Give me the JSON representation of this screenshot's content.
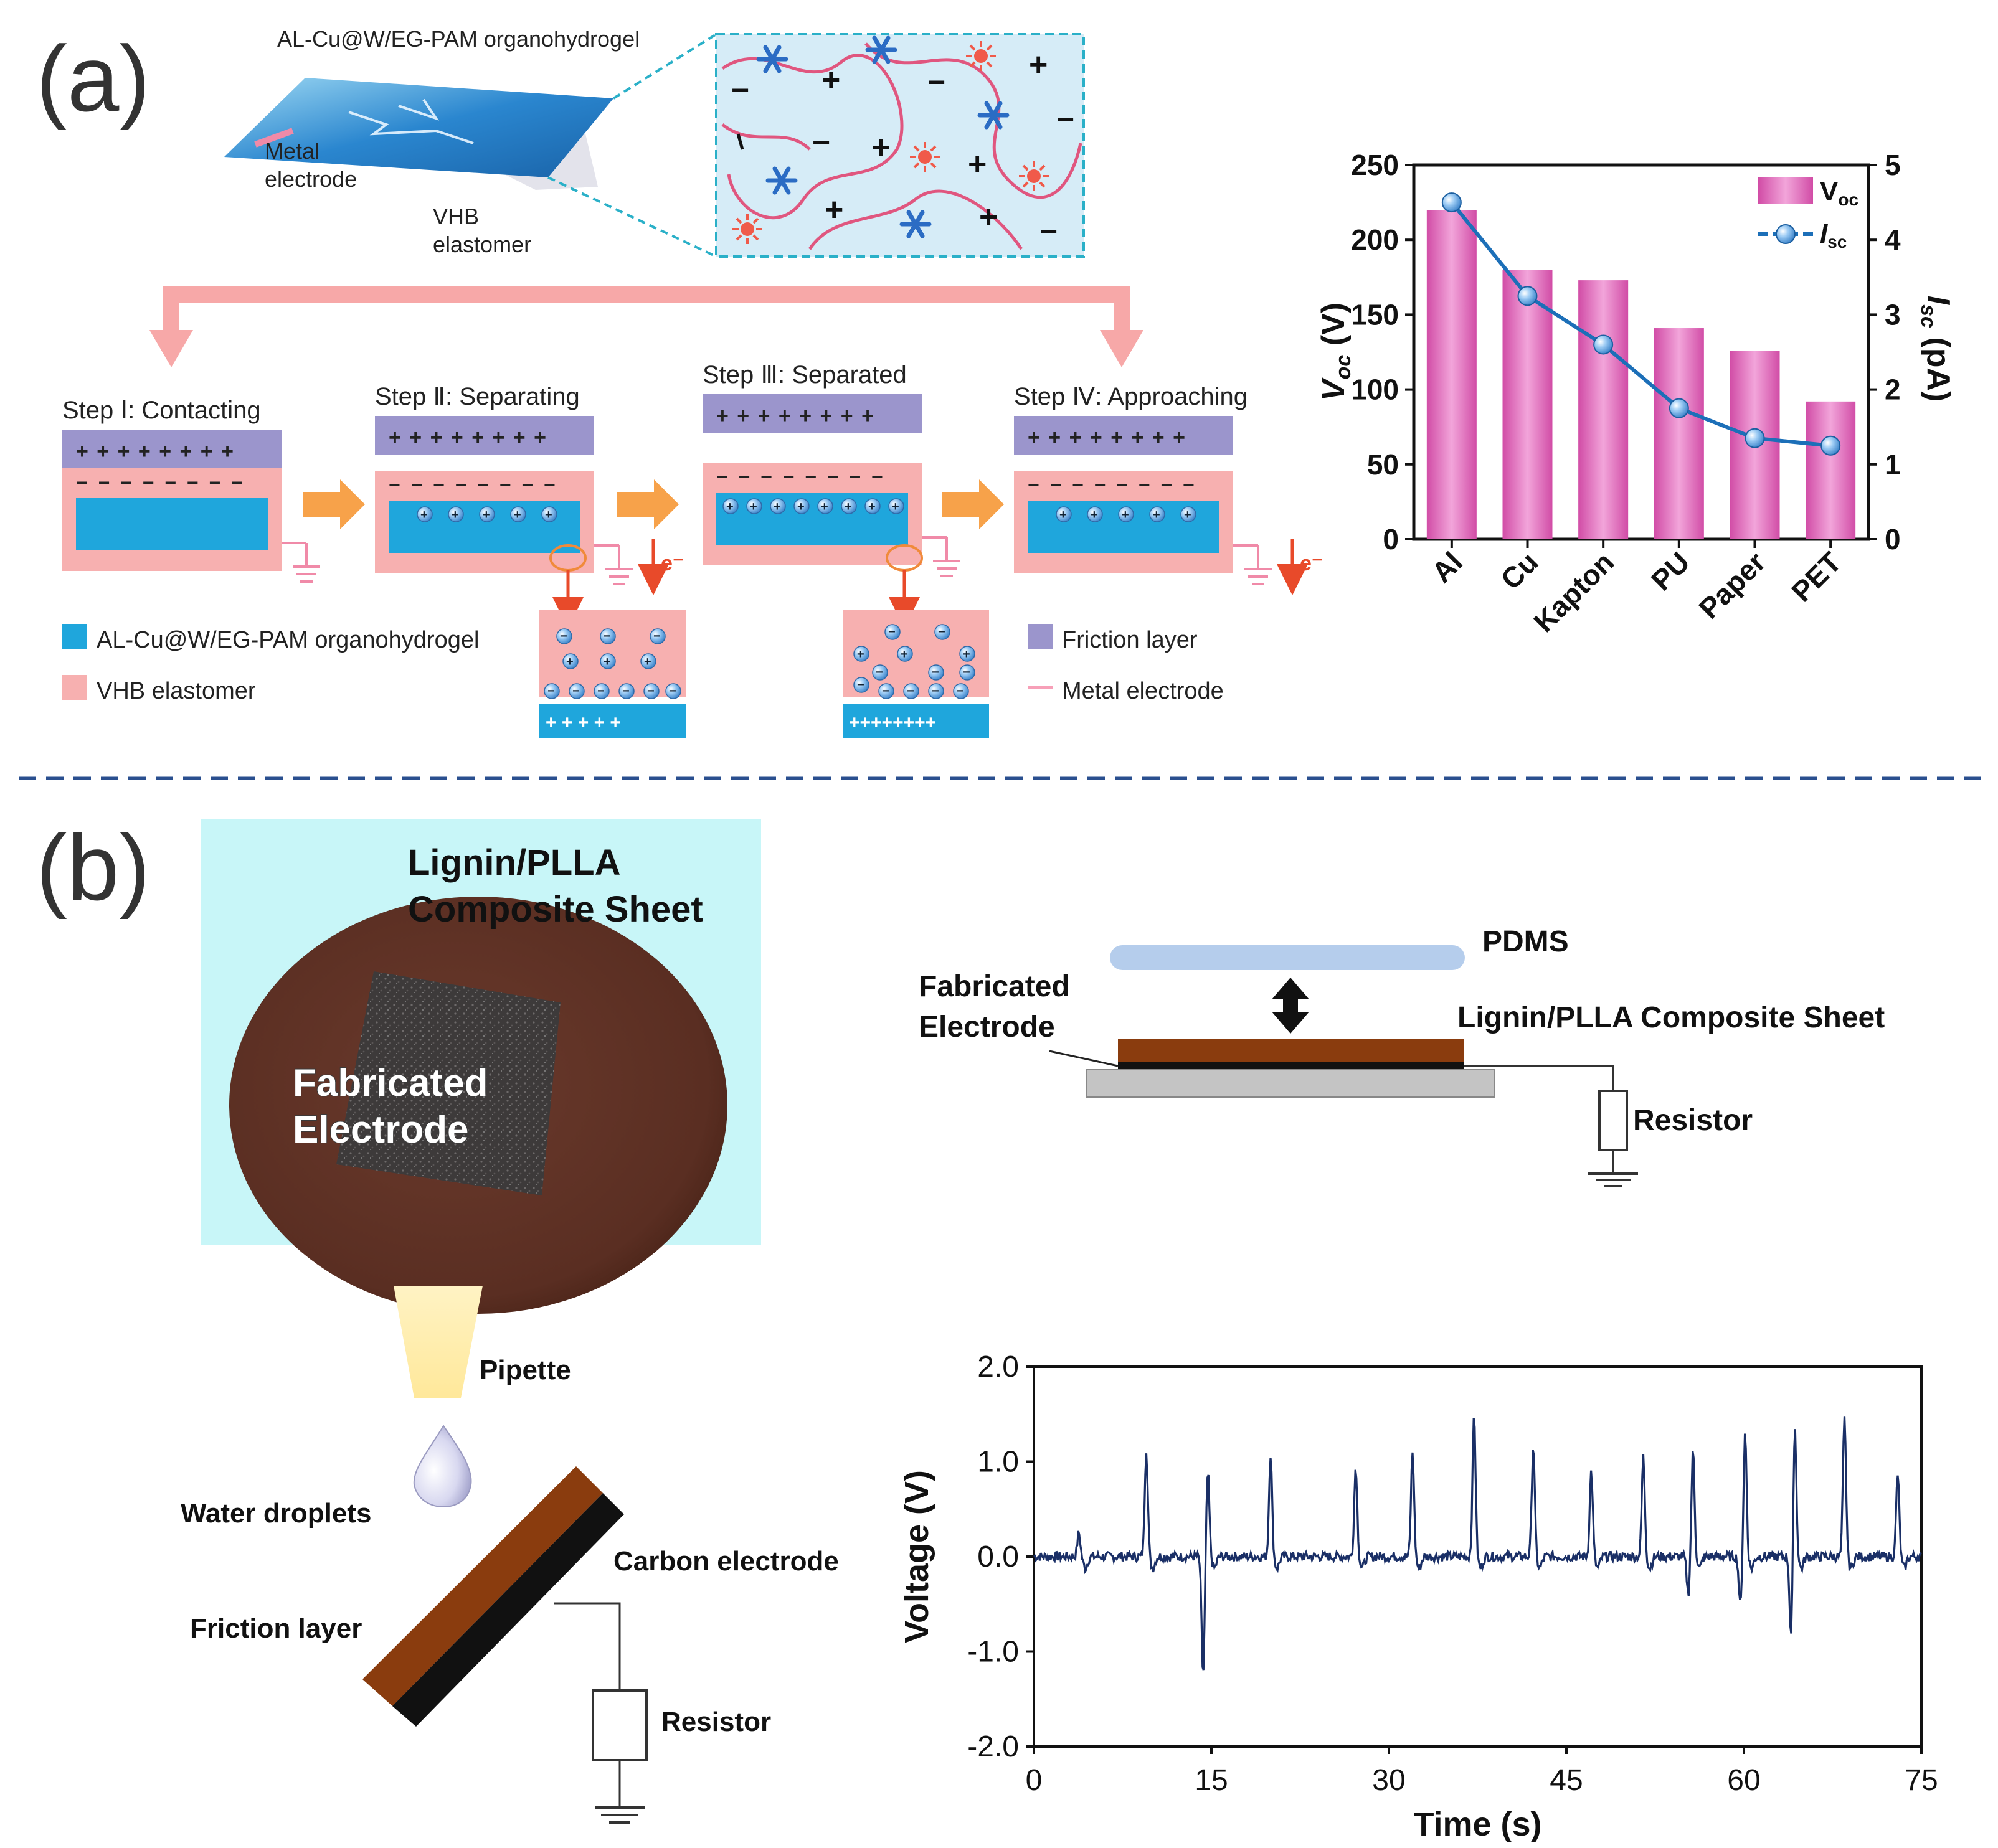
{
  "panel_a": {
    "label": "(a)",
    "device": {
      "hydrogel_label": "AL-Cu@W/EG-PAM organohydrogel",
      "metal_label": [
        "Metal",
        "electrode"
      ],
      "vhb_label": [
        "VHB",
        "elastomer"
      ]
    },
    "steps": [
      {
        "title": "Step Ⅰ: Contacting",
        "electron": ""
      },
      {
        "title": "Step Ⅱ: Separating",
        "electron": "e⁻"
      },
      {
        "title": "Step Ⅲ: Separated",
        "electron": ""
      },
      {
        "title": "Step Ⅳ: Approaching",
        "electron": "e⁻"
      }
    ],
    "legend": [
      {
        "label": "AL-Cu@W/EG-PAM organohydrogel",
        "color": "#1fa6dc",
        "shape": "square"
      },
      {
        "label": "VHB elastomer",
        "color": "#f7b0b0",
        "shape": "square"
      },
      {
        "label": "Friction layer",
        "color": "#9b95cc",
        "shape": "square"
      },
      {
        "label": "Metal electrode",
        "color": "#f7a0b8",
        "shape": "line"
      }
    ],
    "symbols": {
      "plus": "+",
      "minus": "−",
      "plus_row_8": "+ + + + + + + +",
      "minus_row_8": "− − − − − − − −"
    }
  },
  "chart_data": [
    {
      "type": "bar",
      "categories": [
        "Al",
        "Cu",
        "Kapton",
        "PU",
        "Paper",
        "PET"
      ],
      "series": [
        {
          "name": "V_oc",
          "axis": "left",
          "kind": "bar",
          "values": [
            220,
            180,
            173,
            141,
            126,
            92
          ],
          "color": "#d94ea8"
        },
        {
          "name": "I_sc",
          "axis": "right",
          "kind": "line",
          "values": [
            4.5,
            3.25,
            2.6,
            1.75,
            1.35,
            1.25
          ],
          "color": "#1c6fb8"
        }
      ],
      "ylabel": "V_oc (V)",
      "y2label": "I_sc (pA)",
      "ylim": [
        0,
        250
      ],
      "y2lim": [
        0,
        5
      ],
      "yticks": [
        "0",
        "50",
        "100",
        "150",
        "200",
        "250"
      ],
      "y2ticks": [
        "0",
        "1",
        "2",
        "3",
        "4",
        "5"
      ],
      "legend": [
        {
          "main": "V",
          "sub": "oc"
        },
        {
          "main": "I",
          "sub": "sc"
        }
      ],
      "legend_position": "top-right"
    },
    {
      "type": "line",
      "xlabel": "Time (s)",
      "ylabel": "Voltage (V)",
      "xlim": [
        0,
        75
      ],
      "ylim": [
        -2.0,
        2.0
      ],
      "xticks": [
        "0",
        "15",
        "30",
        "45",
        "60",
        "75"
      ],
      "yticks": [
        "-2.0",
        "-1.0",
        "0.0",
        "1.0",
        "2.0"
      ],
      "color": "#1a2f66",
      "baseline_noise": 0.05,
      "spikes": [
        {
          "t": 3.8,
          "v": 0.25
        },
        {
          "t": 9.5,
          "v": 1.13
        },
        {
          "t": 14.3,
          "v": -1.25
        },
        {
          "t": 14.7,
          "v": 0.88
        },
        {
          "t": 20.0,
          "v": 1.08
        },
        {
          "t": 27.2,
          "v": 0.95
        },
        {
          "t": 32.0,
          "v": 1.1
        },
        {
          "t": 37.2,
          "v": 1.5
        },
        {
          "t": 42.2,
          "v": 1.18
        },
        {
          "t": 47.1,
          "v": 0.9
        },
        {
          "t": 51.5,
          "v": 1.05
        },
        {
          "t": 55.3,
          "v": -0.4
        },
        {
          "t": 55.7,
          "v": 1.12
        },
        {
          "t": 59.7,
          "v": -0.52
        },
        {
          "t": 60.1,
          "v": 1.3
        },
        {
          "t": 64.0,
          "v": -0.9
        },
        {
          "t": 64.3,
          "v": 1.43
        },
        {
          "t": 68.5,
          "v": 1.45
        },
        {
          "t": 73.0,
          "v": 0.87
        }
      ]
    }
  ],
  "panel_b": {
    "label": "(b)",
    "photo": {
      "title": [
        "Lignin/PLLA",
        "Composite Sheet"
      ],
      "center": [
        "Fabricated",
        "Electrode"
      ]
    },
    "schematic": {
      "pdms": "PDMS",
      "electrode": [
        "Fabricated",
        "Electrode"
      ],
      "sheet": "Lignin/PLLA Composite Sheet",
      "resistor": "Resistor"
    },
    "droplet": {
      "pipette": "Pipette",
      "water": "Water droplets",
      "carbon": "Carbon electrode",
      "friction": "Friction layer",
      "resistor": "Resistor"
    }
  }
}
